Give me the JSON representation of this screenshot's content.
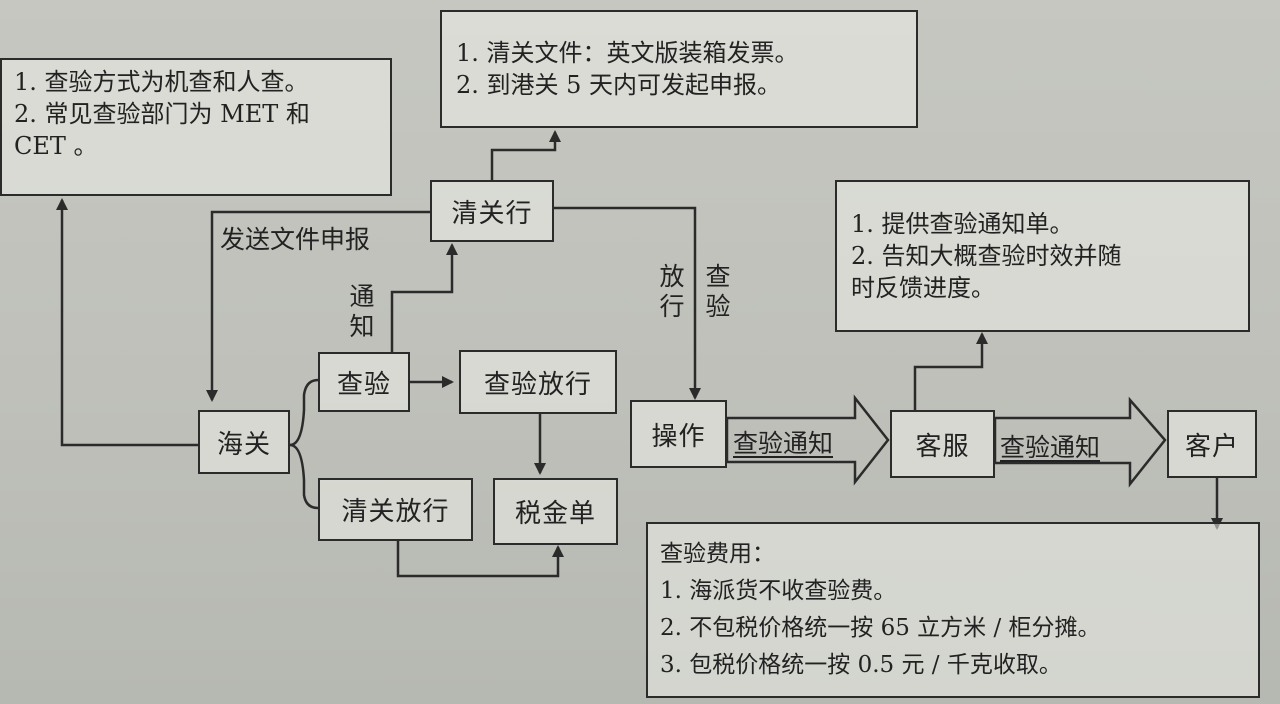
{
  "nodes": {
    "haiguan": "海关",
    "chayan": "查验",
    "chayan_fangxing": "查验放行",
    "qingguan_fangxing": "清关放行",
    "shuijin_dan": "税金单",
    "qingguanhang": "清关行",
    "caozuo": "操作",
    "kefu": "客服",
    "kehu": "客户"
  },
  "edge_labels": {
    "fasong_wenjian_shenbao": "发送文件申报",
    "tongzhi": "通知",
    "fangxing": "放行",
    "chayan": "查验",
    "chayan_tongzhi_1": "查验通知",
    "chayan_tongzhi_2": "查验通知"
  },
  "notes": {
    "inspection_method": [
      "1. 查验方式为机查和人查。",
      "2. 常见查验部门为 MET 和",
      "CET 。"
    ],
    "clearance_docs": [
      "1. 清关文件：英文版装箱发票。",
      "2. 到港关 5 天内可发起申报。"
    ],
    "customer_service": [
      "1. 提供查验通知单。",
      "2. 告知大概查验时效并随",
      "时反馈进度。"
    ],
    "inspection_fees": [
      "查验费用：",
      "1. 海派货不收查验费。",
      "2. 不包税价格统一按 65 立方米 / 柜分摊。",
      "3. 包税价格统一按 0.5 元 / 千克收取。"
    ]
  },
  "colors": {
    "line": "#2b2b2b",
    "paper": "#c3c4be"
  }
}
